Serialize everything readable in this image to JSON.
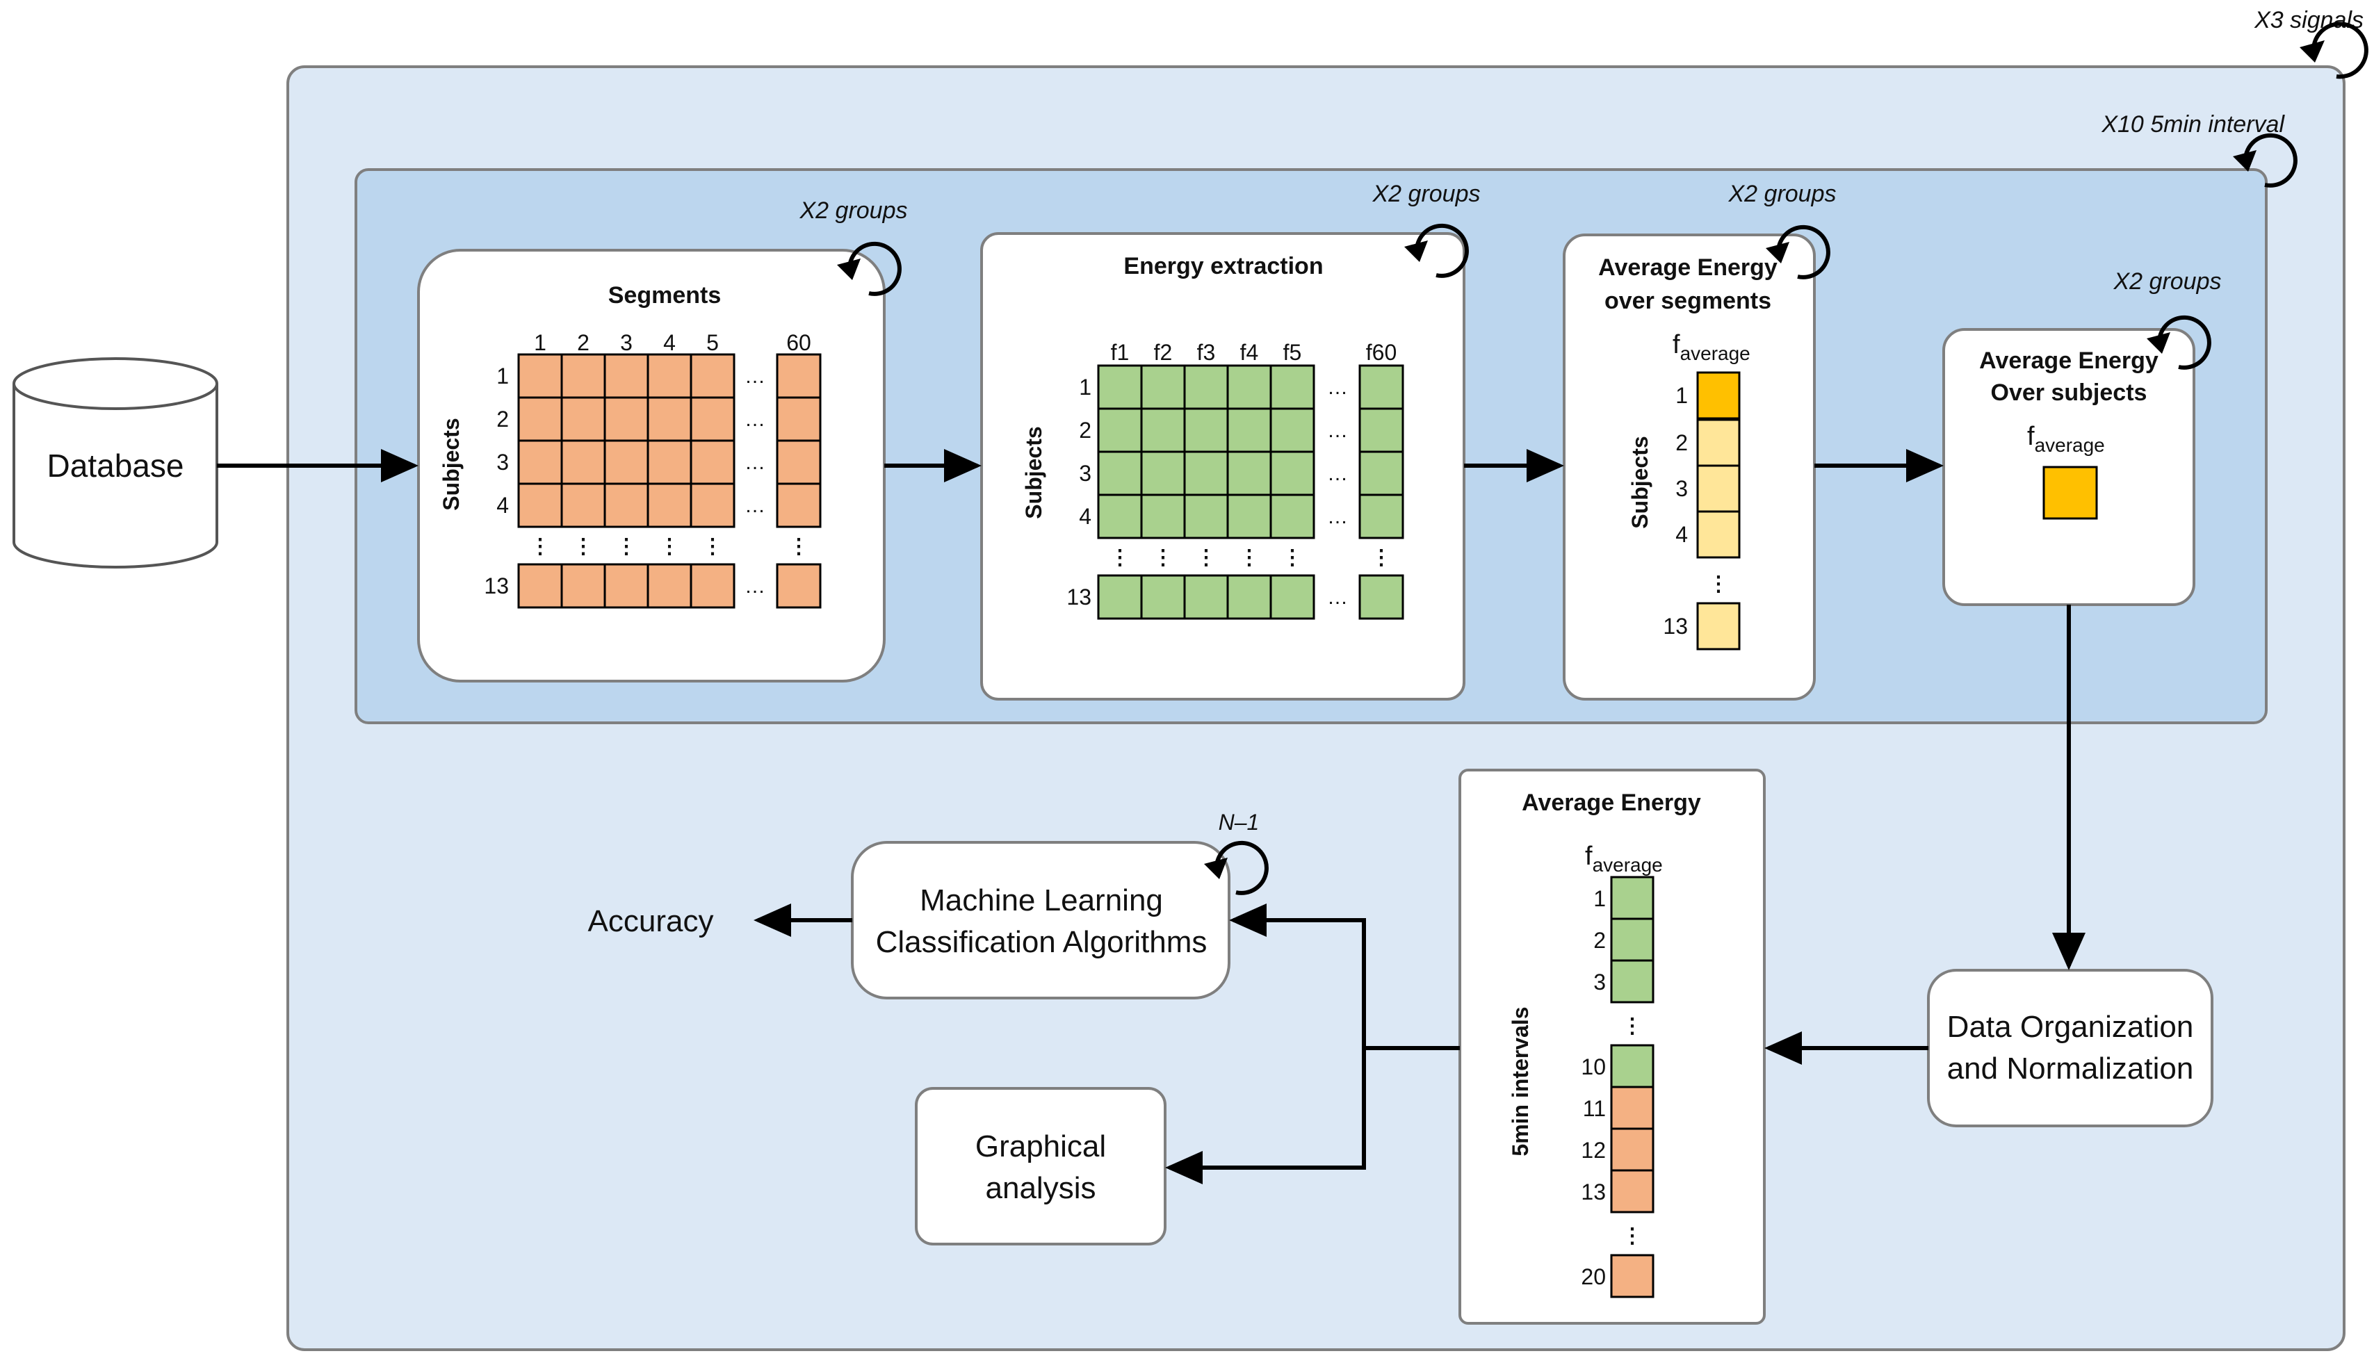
{
  "colors": {
    "outer_bg": "#dce8f5",
    "inner_bg": "#bcd6ee",
    "box_fill": "#ffffff",
    "salmon": "#f4b183",
    "green": "#a9d18e",
    "light_yellow": "#ffe699",
    "gold": "#ffc000",
    "stroke": "#000000"
  },
  "database": {
    "label": "Database"
  },
  "loops": {
    "signals": "X3 signals",
    "interval": "X10 5min interval",
    "groups": "X2 groups",
    "n_minus_1": "N–1"
  },
  "segments": {
    "title": "Segments",
    "row_axis": "Subjects",
    "col_labels": [
      "1",
      "2",
      "3",
      "4",
      "5",
      "60"
    ],
    "row_labels": [
      "1",
      "2",
      "3",
      "4",
      "13"
    ],
    "ellipsis": "…",
    "vdots": "⋮"
  },
  "energy": {
    "title": "Energy extraction",
    "row_axis": "Subjects",
    "col_labels": [
      "f1",
      "f2",
      "f3",
      "f4",
      "f5",
      "f60"
    ],
    "row_labels": [
      "1",
      "2",
      "3",
      "4",
      "13"
    ]
  },
  "avg_segments": {
    "title_line1": "Average Energy",
    "title_line2": "over segments",
    "f_main": "f",
    "f_sub": "average",
    "row_axis": "Subjects",
    "row_labels": [
      "1",
      "2",
      "3",
      "4",
      "13"
    ]
  },
  "avg_subjects": {
    "title_line1": "Average Energy",
    "title_line2": "Over subjects",
    "f_main": "f",
    "f_sub": "average"
  },
  "data_org": {
    "line1": "Data Organization",
    "line2": "and Normalization"
  },
  "avg_energy": {
    "title": "Average Energy",
    "f_main": "f",
    "f_sub": "average",
    "row_axis": "5min intervals",
    "row_labels": [
      "1",
      "2",
      "3",
      "10",
      "11",
      "12",
      "13",
      "20"
    ]
  },
  "ml": {
    "line1": "Machine Learning",
    "line2": "Classification Algorithms"
  },
  "graphical": {
    "line1": "Graphical",
    "line2": "analysis"
  },
  "accuracy": {
    "label": "Accuracy"
  }
}
